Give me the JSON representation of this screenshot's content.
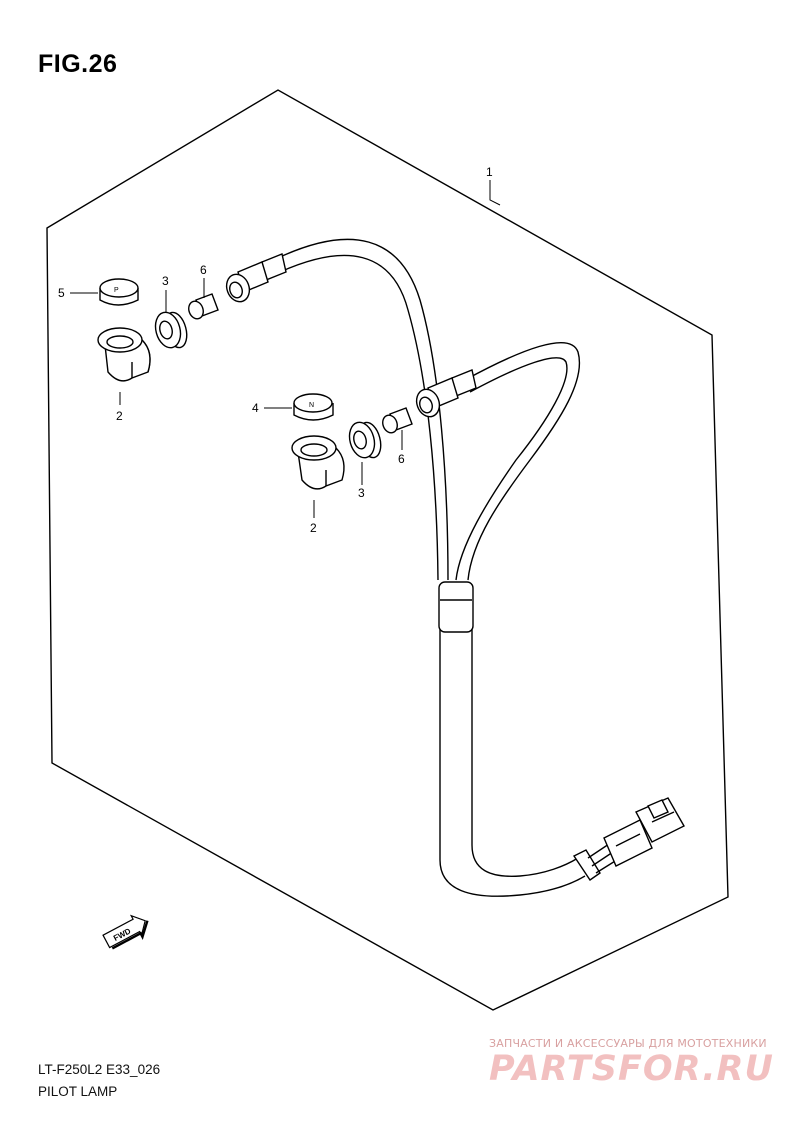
{
  "figure": {
    "title": "FIG.26",
    "model_code": "LT-F250L2 E33_026",
    "name": "PILOT LAMP"
  },
  "callouts": [
    {
      "id": "callout-1",
      "label": "1"
    },
    {
      "id": "callout-5",
      "label": "5"
    },
    {
      "id": "callout-3a",
      "label": "3"
    },
    {
      "id": "callout-6a",
      "label": "6"
    },
    {
      "id": "callout-2a",
      "label": "2"
    },
    {
      "id": "callout-4",
      "label": "4"
    },
    {
      "id": "callout-6b",
      "label": "6"
    },
    {
      "id": "callout-3b",
      "label": "3"
    },
    {
      "id": "callout-2b",
      "label": "2"
    }
  ],
  "fwd_arrow": {
    "text": "FWD"
  },
  "watermark": {
    "tagline": "ЗАПЧАСТИ И АКСЕССУАРЫ ДЛЯ МОТОТЕХНИКИ",
    "logo": "PARTSFOR.RU"
  },
  "colors": {
    "line": "#000000",
    "watermark": "#f2c0c0"
  }
}
